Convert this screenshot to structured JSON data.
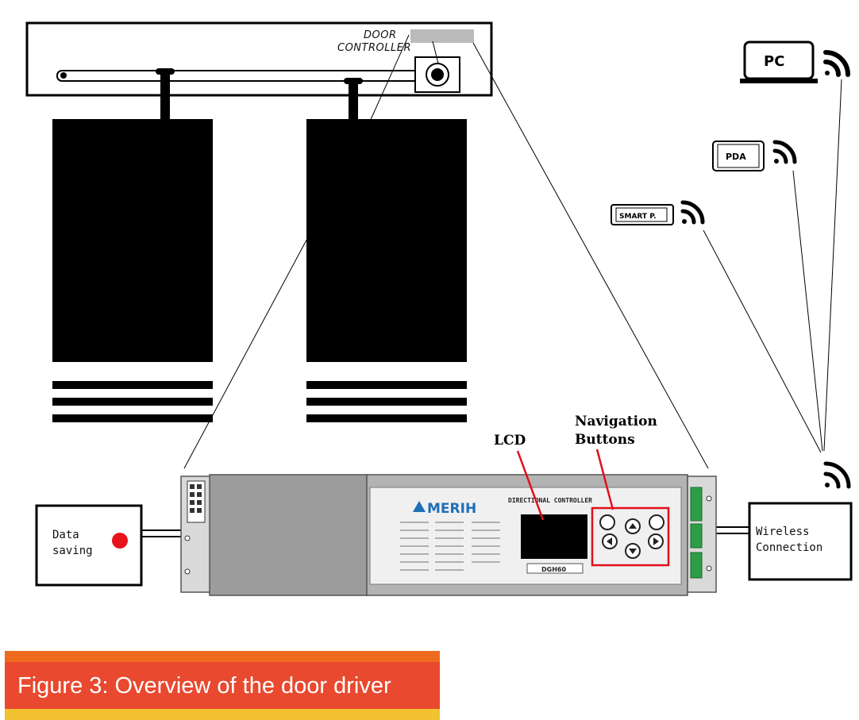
{
  "labels": {
    "door_controller_line1": "DOOR",
    "door_controller_line2": "CONTROLLER",
    "pc": "PC",
    "pda": "PDA",
    "smart_phone": "SMART P.",
    "lcd": "LCD",
    "nav_line1": "Navigation",
    "nav_line2": "Buttons",
    "data_saving_line1": "Data",
    "data_saving_line2": "saving",
    "wireless_line1": "Wireless",
    "wireless_line2": "Connection",
    "brand": "MERIH",
    "controller_title": "DIRECTIONAL CONTROLLER",
    "model": "DGH60"
  },
  "caption": {
    "text": "Figure 3: Overview of the door driver"
  },
  "colors": {
    "data_saving_dot": "#e8141b",
    "highlight_box": "#e0101b",
    "caption_band": "#e8492f",
    "caption_top_stripe": "#ee6a1f",
    "caption_bottom_stripe": "#f2c230",
    "brand_blue": "#1e6fb8",
    "terminal_green": "#2e9e46"
  },
  "icons": {
    "wireless_signal": "wifi-signal-icon",
    "motor": "motor-icon"
  }
}
